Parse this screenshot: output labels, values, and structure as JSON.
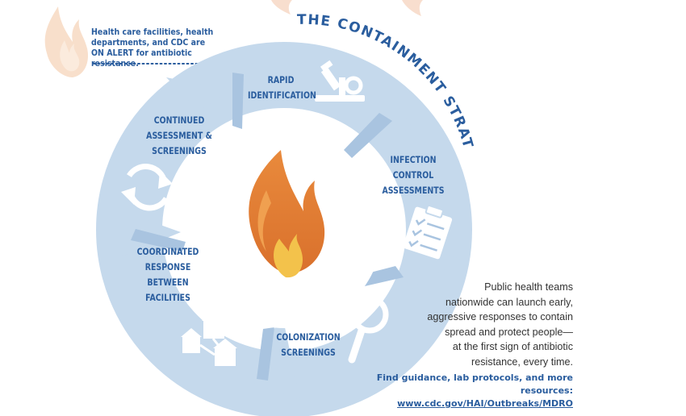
{
  "title": "THE CONTAINMENT STRATEGY",
  "alert": {
    "line1": "Health care facilities, health",
    "line2": "departments, and CDC are",
    "line3": "ON ALERT for antibiotic resistance."
  },
  "steps": [
    {
      "lines": [
        "RAPID",
        "IDENTIFICATION"
      ],
      "icon": "microscope-icon"
    },
    {
      "lines": [
        "INFECTION",
        "CONTROL",
        "ASSESSMENTS"
      ],
      "icon": "clipboard-checklist-icon"
    },
    {
      "lines": [
        "COLONIZATION",
        "SCREENINGS"
      ],
      "icon": "magnifier-icon"
    },
    {
      "lines": [
        "COORDINATED",
        "RESPONSE",
        "BETWEEN",
        "FACILITIES"
      ],
      "icon": "buildings-network-icon"
    },
    {
      "lines": [
        "CONTINUED",
        "ASSESSMENT &",
        "SCREENINGS"
      ],
      "icon": "cycle-arrows-icon"
    }
  ],
  "center_icon": "flame-icon",
  "public_health": {
    "lines": [
      "Public health teams",
      "nationwide can launch early,",
      "aggressive responses to contain",
      "spread and protect people—",
      "at the first sign of antibiotic",
      "resistance, every time."
    ]
  },
  "resources": {
    "text": "Find guidance, lab protocols, and more resources:",
    "link": "www.cdc.gov/HAI/Outbreaks/MDRO"
  },
  "colors": {
    "ring": "#c5d9ec",
    "ring_shadow": "#a9c4e0",
    "text_blue": "#2a5d9e",
    "flame_orange": "#e0843a",
    "flame_yellow": "#f3c24b"
  }
}
